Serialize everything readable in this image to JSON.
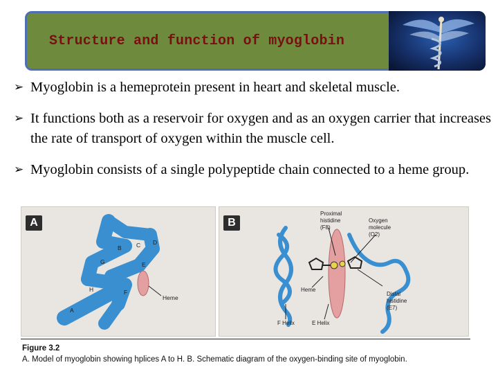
{
  "title": "Structure and function of myoglobin",
  "bullets": [
    "Myoglobin is a hemeprotein present in heart and skeletal muscle.",
    "It functions both as a reservoir for oxygen and as an oxygen carrier that increases the rate of transport of oxygen within the muscle cell.",
    "Myoglobin consists of a single polypeptide chain connected to a heme group."
  ],
  "figure": {
    "panel_a_tag": "A",
    "panel_b_tag": "B",
    "helix_letters": [
      "A",
      "B",
      "C",
      "D",
      "E",
      "F",
      "G",
      "H"
    ],
    "heme_label": "Heme",
    "proximal_label": [
      "Proximal",
      "histidine",
      "(F8)"
    ],
    "oxygen_label": [
      "Oxygen",
      "molecule",
      "(O2)"
    ],
    "distal_label": [
      "Distal",
      "histidine",
      "(E7)"
    ],
    "heme_label_b": "Heme",
    "f_helix": "F Helix",
    "e_helix": "E Helix",
    "fig_number": "Figure 3.2",
    "caption": "A. Model of myoglobin showing hplices A to H.  B. Schematic diagram of the oxygen-binding site of myoglobin."
  },
  "colors": {
    "title_bg": "#6e8a3c",
    "title_text": "#7a0f12",
    "helix": "#3a8fd0",
    "heme": "#e4a0a0"
  }
}
